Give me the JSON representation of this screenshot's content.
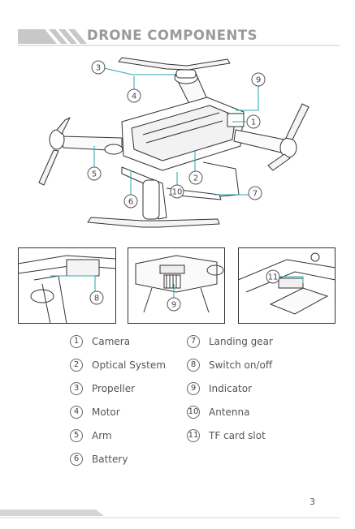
{
  "header": {
    "title": "DRONE COMPONENTS"
  },
  "legend": {
    "left": [
      {
        "num": "1",
        "label": "Camera"
      },
      {
        "num": "2",
        "label": "Optical System"
      },
      {
        "num": "3",
        "label": "Propeller"
      },
      {
        "num": "4",
        "label": "Motor"
      },
      {
        "num": "5",
        "label": "Arm"
      },
      {
        "num": "6",
        "label": "Battery"
      }
    ],
    "right": [
      {
        "num": "7",
        "label": "Landing gear"
      },
      {
        "num": "8",
        "label": "Switch on/off"
      },
      {
        "num": "9",
        "label": "Indicator"
      },
      {
        "num": "10",
        "label": "Antenna"
      },
      {
        "num": "11",
        "label": "TF card slot"
      }
    ]
  },
  "callouts": {
    "main": [
      "3",
      "4",
      "9",
      "1",
      "5",
      "2",
      "10",
      "6",
      "7"
    ],
    "detail_left": "8",
    "detail_mid": "9",
    "detail_right": "11"
  },
  "footer": {
    "page_number": "3"
  },
  "colors": {
    "accent": "#2aa5b4",
    "line": "#333333",
    "title": "#9a9a9a"
  }
}
